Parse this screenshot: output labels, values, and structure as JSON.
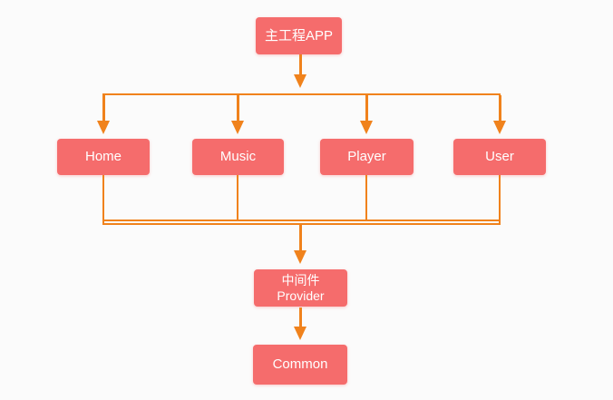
{
  "diagram": {
    "title": "module dependency flowchart",
    "colors": {
      "node_fill": "#f56c6c",
      "node_text": "#ffffff",
      "connector": "#f0821c",
      "background": "#fbfbfb"
    },
    "nodes": {
      "app": {
        "label": "主工程APP"
      },
      "home": {
        "label": "Home"
      },
      "music": {
        "label": "Music"
      },
      "player": {
        "label": "Player"
      },
      "user": {
        "label": "User"
      },
      "provider": {
        "label_line1": "中间件",
        "label_line2": "Provider"
      },
      "common": {
        "label": "Common"
      }
    },
    "edges": [
      {
        "from": "app",
        "to": "home"
      },
      {
        "from": "app",
        "to": "music"
      },
      {
        "from": "app",
        "to": "player"
      },
      {
        "from": "app",
        "to": "user"
      },
      {
        "from": "home",
        "to": "provider"
      },
      {
        "from": "music",
        "to": "provider"
      },
      {
        "from": "player",
        "to": "provider"
      },
      {
        "from": "user",
        "to": "provider"
      },
      {
        "from": "provider",
        "to": "common"
      }
    ]
  }
}
